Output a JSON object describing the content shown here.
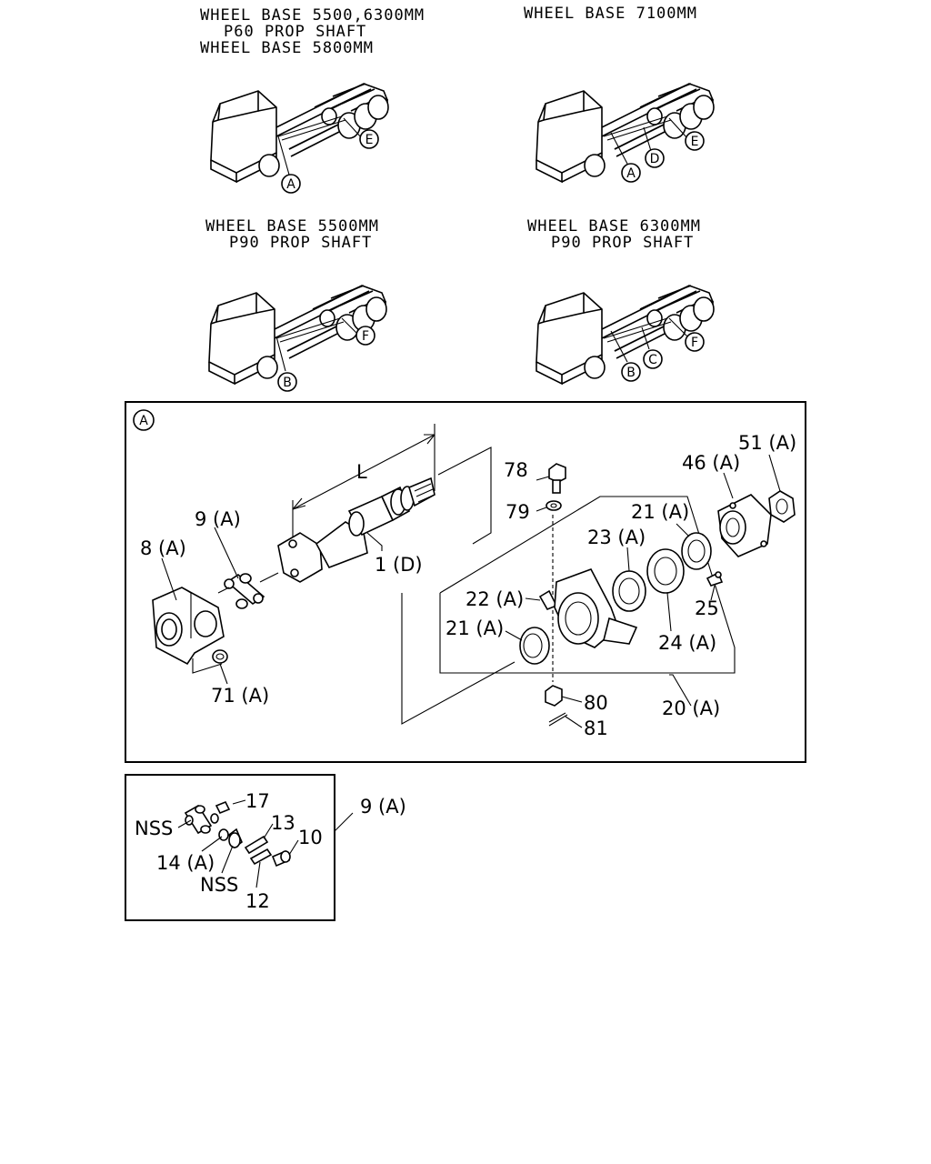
{
  "captions": {
    "tl1": "WHEEL BASE 5500,6300MM",
    "tl2": "P60 PROP SHAFT",
    "tl3": "WHEEL BASE 5800MM",
    "tr1": "WHEEL BASE 7100MM",
    "bl1": "WHEEL BASE 5500MM",
    "bl2": "P90 PROP SHAFT",
    "br1": "WHEEL BASE 6300MM",
    "br2": "P90 PROP SHAFT"
  },
  "truck_callouts": {
    "tl": [
      "A",
      "E"
    ],
    "tr": [
      "A",
      "D",
      "E"
    ],
    "bl": [
      "B",
      "F"
    ],
    "br": [
      "B",
      "C",
      "F"
    ]
  },
  "detail_a": {
    "tag": "A",
    "dim": "L",
    "labels": {
      "p78": "78",
      "p79": "79",
      "p21a_top": "21 (A)",
      "p46": "46 (A)",
      "p51": "51 (A)",
      "p23": "23 (A)",
      "p9": "9 (A)",
      "p8": "8 (A)",
      "p1": "1 (D)",
      "p22": "22 (A)",
      "p25": "25",
      "p21a_bot": "21 (A)",
      "p24": "24 (A)",
      "p71": "71 (A)",
      "p80": "80",
      "p20": "20 (A)",
      "p81": "81"
    }
  },
  "detail_9": {
    "ref": "9 (A)",
    "labels": {
      "p17": "17",
      "nss1": "NSS",
      "p13": "13",
      "p10": "10",
      "p14": "14 (A)",
      "nss2": "NSS",
      "p12": "12"
    }
  }
}
